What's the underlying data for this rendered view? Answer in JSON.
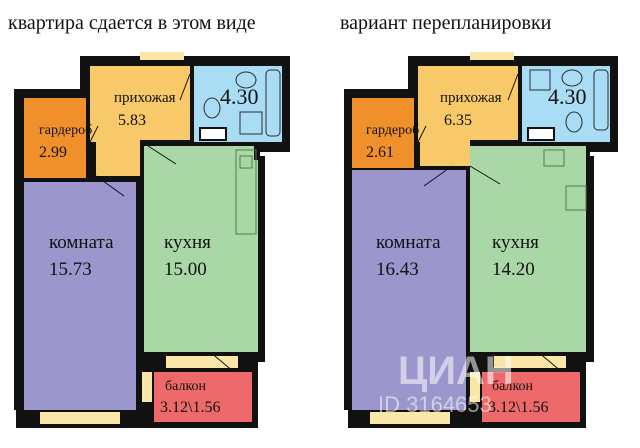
{
  "plans": [
    {
      "caption": "квартира сдается в этом виде",
      "rooms": {
        "hall": {
          "label": "прихожая",
          "area": "5.83"
        },
        "bath": {
          "area": "4.30"
        },
        "wardrobe": {
          "label": "гардероб",
          "area": "2.99"
        },
        "living": {
          "label": "комната",
          "area": "15.73"
        },
        "kitchen": {
          "label": "кухня",
          "area": "15.00"
        },
        "balcony": {
          "label": "балкон",
          "area": "3.12\\1.56"
        }
      }
    },
    {
      "caption": "вариант перепланировки",
      "rooms": {
        "hall": {
          "label": "прихожая",
          "area": "6.35"
        },
        "bath": {
          "area": "4.30"
        },
        "wardrobe": {
          "label": "гардероб",
          "area": "2.61"
        },
        "living": {
          "label": "комната",
          "area": "16.43"
        },
        "kitchen": {
          "label": "кухня",
          "area": "14.20"
        },
        "balcony": {
          "label": "балкон",
          "area": "3.12\\1.56"
        }
      }
    }
  ],
  "colors": {
    "hall": "#f8c968",
    "bath": "#a9dcf5",
    "wardrobe": "#f0902a",
    "living": "#9b96cb",
    "kitchen": "#a9d7a5",
    "balcony": "#ee6a6a",
    "window": "#fae7a8",
    "wall": "#111111"
  },
  "watermark": {
    "brand": "ЦИАН",
    "id": "ID 3164653"
  }
}
